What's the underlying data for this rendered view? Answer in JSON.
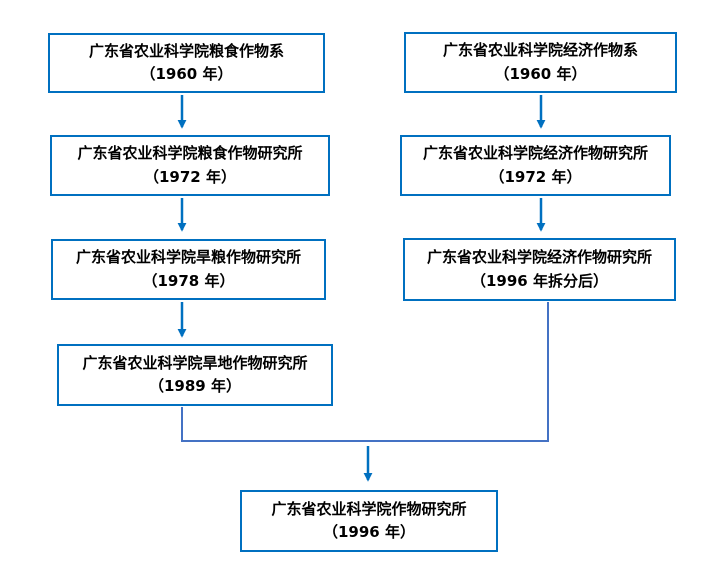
{
  "diagram": {
    "type": "flowchart",
    "nodes": {
      "left": [
        {
          "id": "left-1960",
          "name": "广东省农业科学院粮食作物系",
          "year": "（1960 年）"
        },
        {
          "id": "left-1972",
          "name": "广东省农业科学院粮食作物研究所",
          "year": "（1972 年）"
        },
        {
          "id": "left-1978",
          "name": "广东省农业科学院旱粮作物研究所",
          "year": "（1978 年）"
        },
        {
          "id": "left-1989",
          "name": "广东省农业科学院旱地作物研究所",
          "year": "（1989 年）"
        }
      ],
      "right": [
        {
          "id": "right-1960",
          "name": "广东省农业科学院经济作物系",
          "year": "（1960 年）"
        },
        {
          "id": "right-1972",
          "name": "广东省农业科学院经济作物研究所",
          "year": "（1972 年）"
        },
        {
          "id": "right-1996-split",
          "name": "广东省农业科学院经济作物研究所",
          "year": "（1996 年拆分后）"
        }
      ],
      "merged": {
        "id": "merged-1996",
        "name": "广东省农业科学院作物研究所",
        "year": "（1996 年）"
      }
    },
    "edges": [
      {
        "from": "left-1960",
        "to": "left-1972",
        "style": "arrow"
      },
      {
        "from": "left-1972",
        "to": "left-1978",
        "style": "arrow"
      },
      {
        "from": "left-1978",
        "to": "left-1989",
        "style": "arrow"
      },
      {
        "from": "right-1960",
        "to": "right-1972",
        "style": "arrow"
      },
      {
        "from": "right-1972",
        "to": "right-1996-split",
        "style": "arrow"
      },
      {
        "from": "left-1989",
        "to": "merged-1996",
        "style": "elbow-then-arrow"
      },
      {
        "from": "right-1996-split",
        "to": "merged-1996",
        "style": "elbow-then-arrow"
      }
    ],
    "colors": {
      "box_border": "#0070C0",
      "arrow": "#0070C0",
      "elbow_connector": "#4472C4",
      "background": "#FFFFFF",
      "text": "#000000"
    }
  }
}
